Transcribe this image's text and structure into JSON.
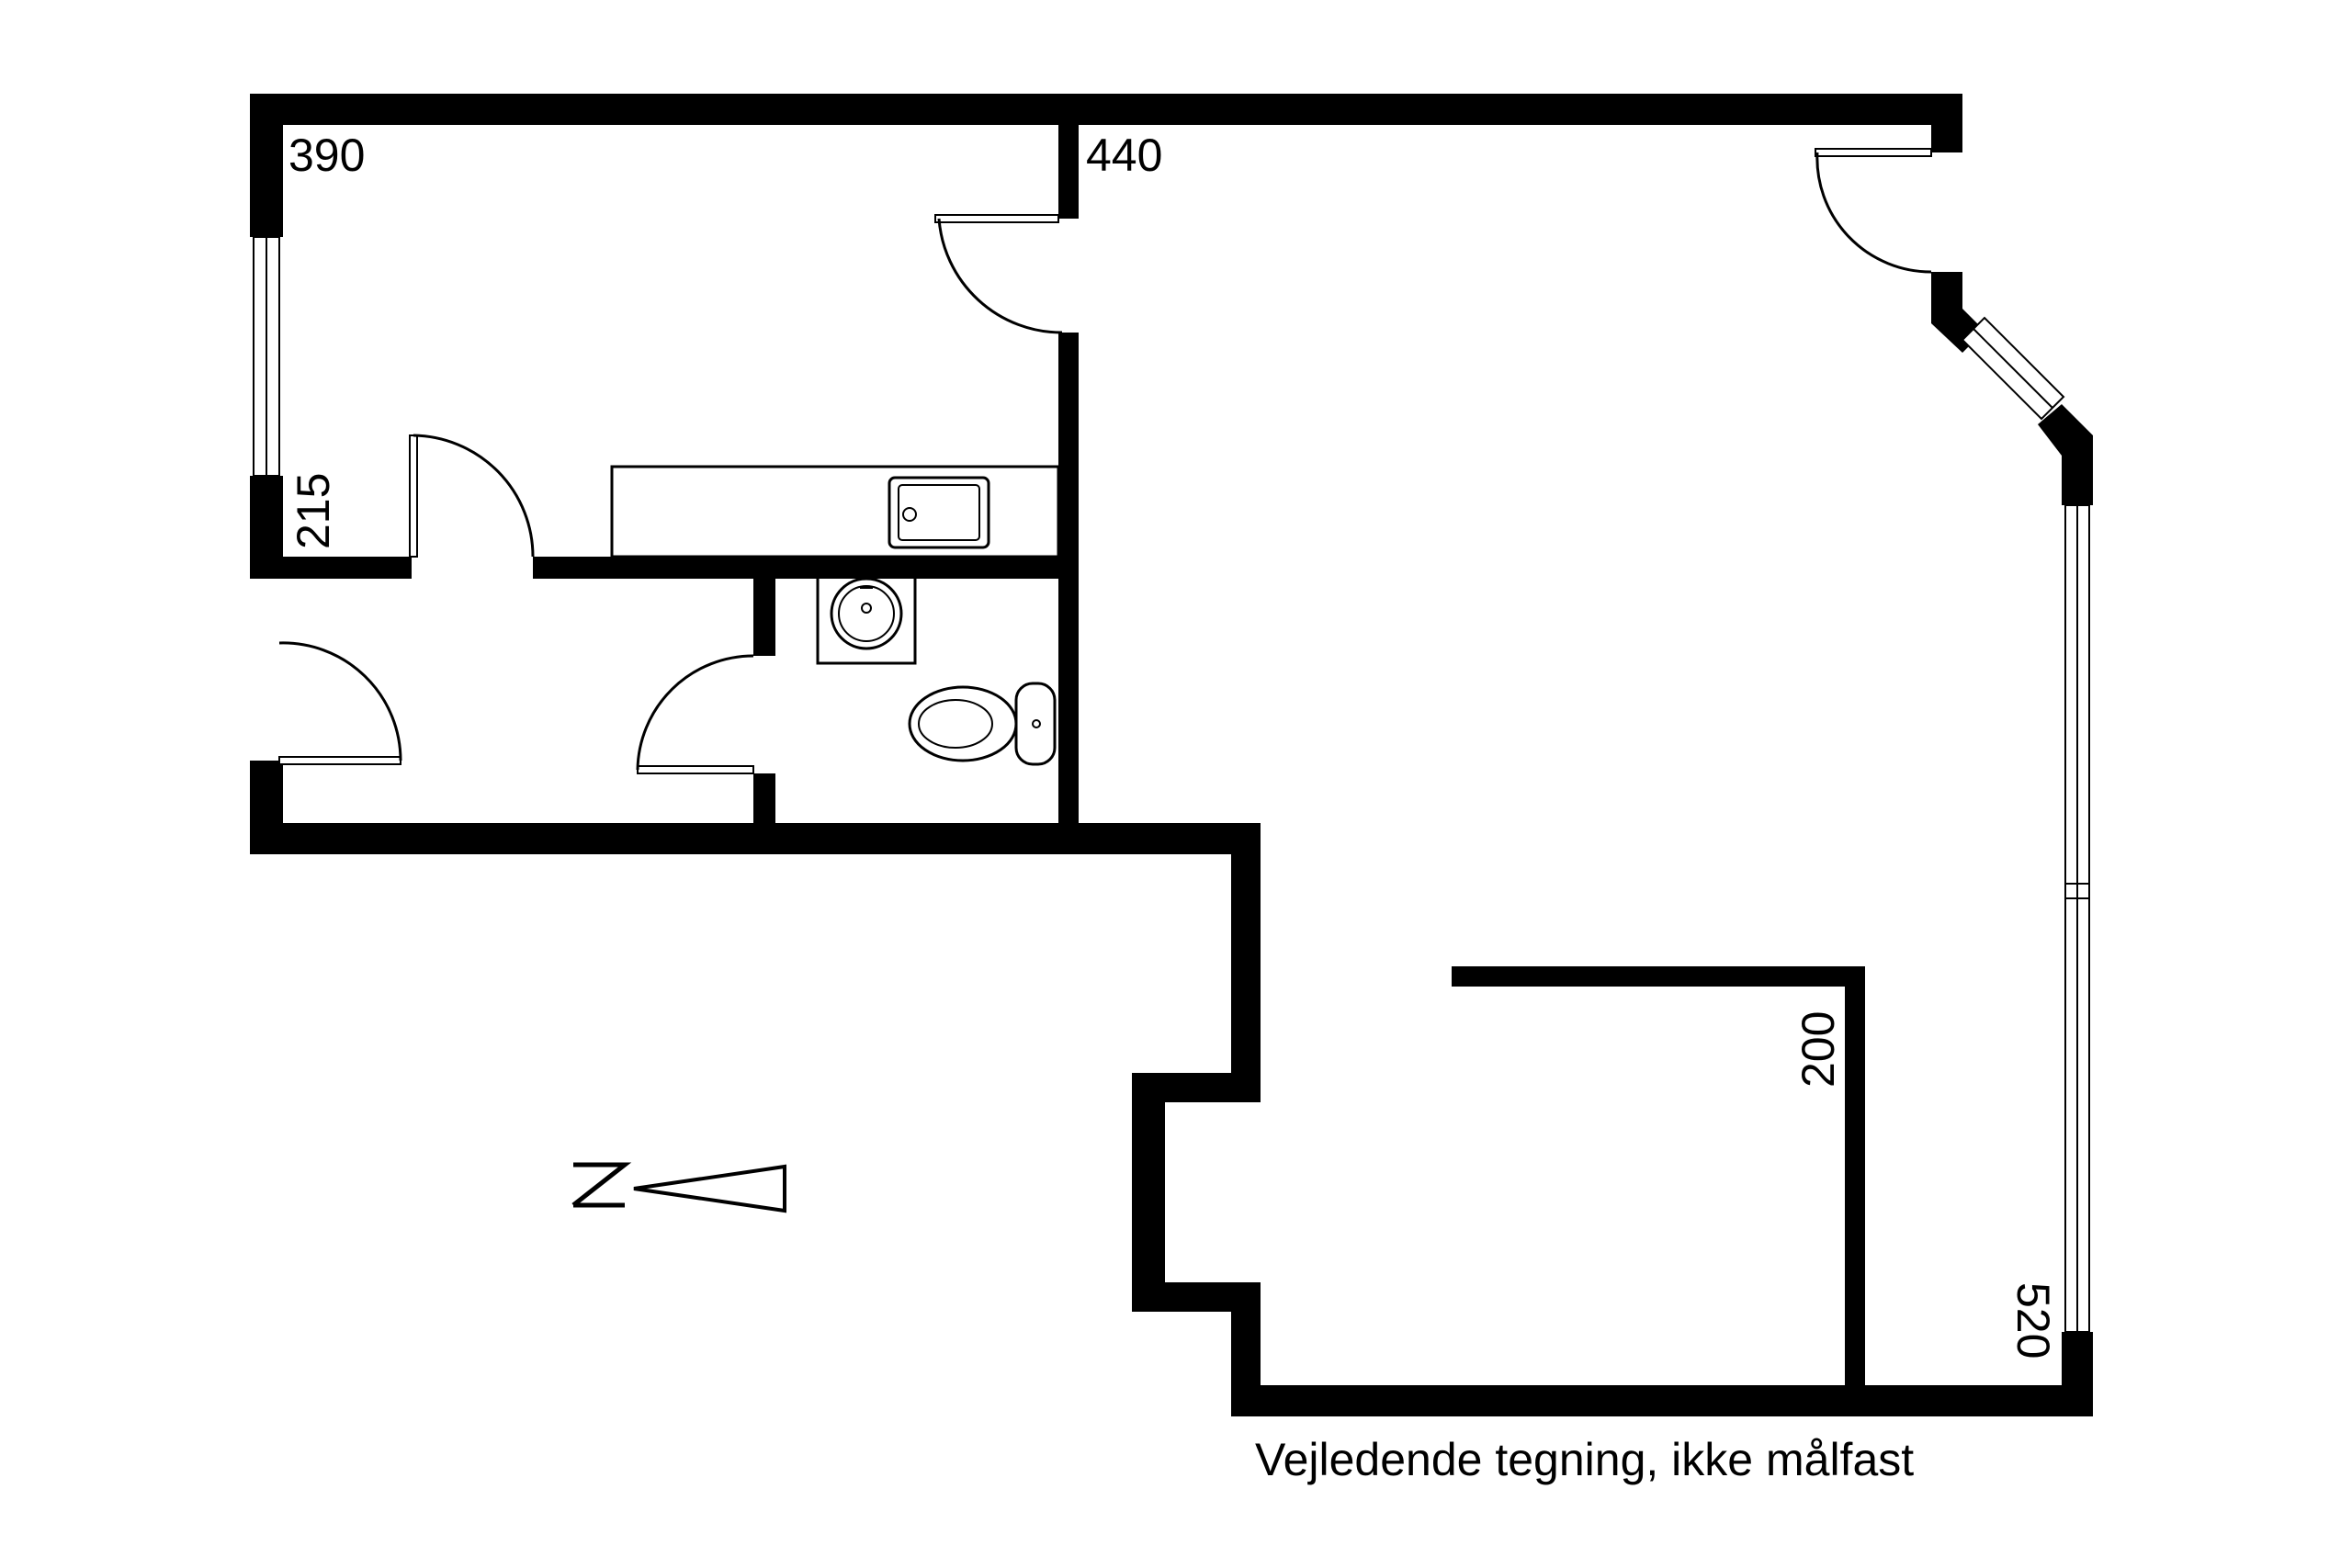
{
  "colors": {
    "background": "#ffffff",
    "walls": "#000000"
  },
  "dimensions": {
    "room_top_left": "390",
    "room_top_right": "440",
    "room_left_vertical": "215",
    "room_inner_vertical": "200",
    "room_bottom_right_vertical": "520"
  },
  "compass": {
    "label": "N",
    "icon": "north-arrow-icon"
  },
  "caption": "Vejledende tegning, ikke målfast"
}
